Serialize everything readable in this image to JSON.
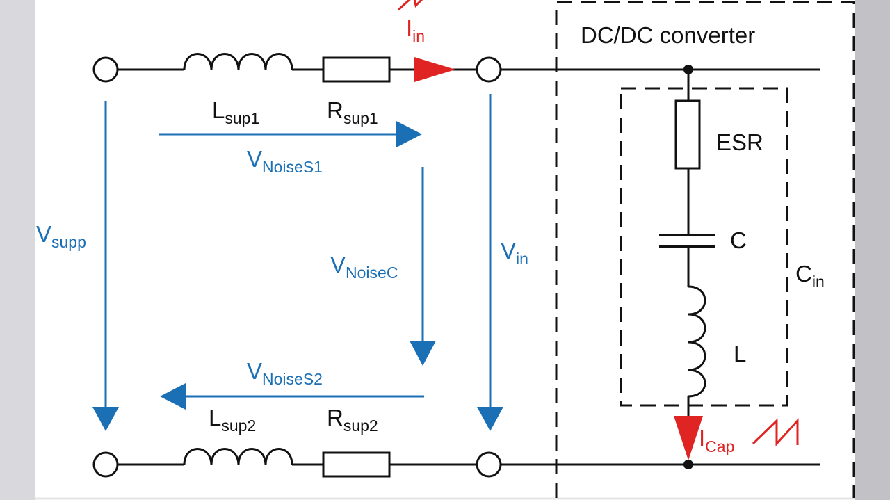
{
  "colors": {
    "wire": "#111111",
    "voltage": "#1a6fb5",
    "current": "#e02424",
    "margin_left": "#d9d9dd",
    "margin_right": "#c2c2c6"
  },
  "labels": {
    "converter": "DC/DC converter",
    "lsup1": {
      "main": "L",
      "sub": "sup1"
    },
    "rsup1": {
      "main": "R",
      "sub": "sup1"
    },
    "lsup2": {
      "main": "L",
      "sub": "sup2"
    },
    "rsup2": {
      "main": "R",
      "sub": "sup2"
    },
    "esr": "ESR",
    "c": "C",
    "l": "L",
    "cin": {
      "main": "C",
      "sub": "in"
    },
    "iin": {
      "main": "I",
      "sub": "in"
    },
    "icap": {
      "main": "I",
      "sub": "Cap"
    },
    "vsupp": {
      "main": "V",
      "sub": "supp"
    },
    "vin": {
      "main": "V",
      "sub": "in"
    },
    "vnoises1": {
      "main": "V",
      "sub": "NoiseS1"
    },
    "vnoisec": {
      "main": "V",
      "sub": "NoiseC"
    },
    "vnoises2": {
      "main": "V",
      "sub": "NoiseS2"
    }
  }
}
